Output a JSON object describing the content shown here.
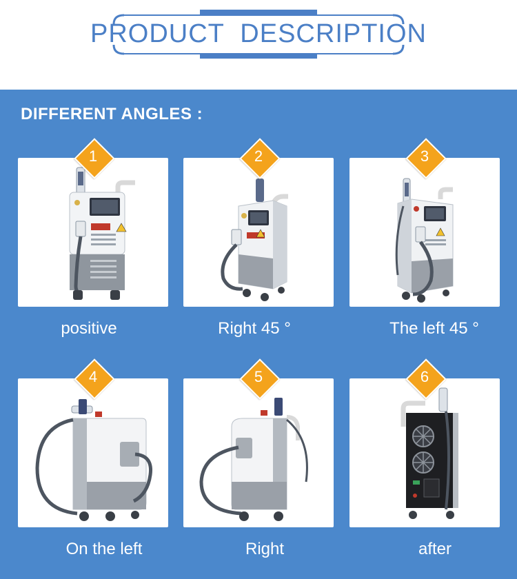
{
  "header": {
    "title": "PRODUCT  DESCRIPTION"
  },
  "section": {
    "label": "DIFFERENT ANGLES :"
  },
  "colors": {
    "panel": "#4b88cc",
    "title": "#4b7fc6",
    "badge": "#f4a31c"
  },
  "views": [
    {
      "number": "1",
      "caption": "positive",
      "image": "machine-front-view"
    },
    {
      "number": "2",
      "caption": "Right 45 °",
      "image": "machine-right-45-view"
    },
    {
      "number": "3",
      "caption": "The left 45 °",
      "image": "machine-left-45-view"
    },
    {
      "number": "4",
      "caption": "On the left",
      "image": "machine-left-side-view"
    },
    {
      "number": "5",
      "caption": "Right",
      "image": "machine-right-side-view"
    },
    {
      "number": "6",
      "caption": "after",
      "image": "machine-back-view"
    }
  ]
}
